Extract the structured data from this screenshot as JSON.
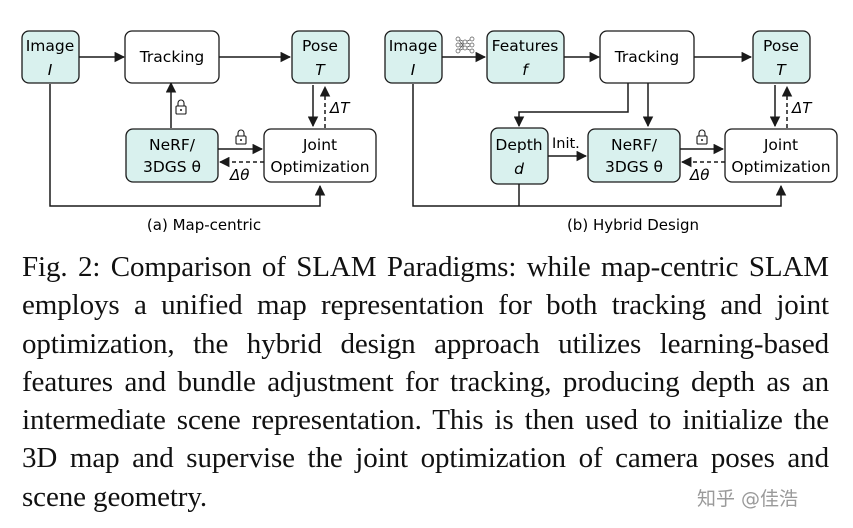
{
  "panel_a": {
    "subtitle": "(a) Map-centric",
    "nodes": {
      "image_title": "Image",
      "image_sym": "I",
      "tracking": "Tracking",
      "pose_title": "Pose",
      "pose_sym": "T",
      "nerf_line1": "NeRF/",
      "nerf_line2": "3DGS θ",
      "joint_line1": "Joint",
      "joint_line2": "Optimization"
    },
    "edge_labels": {
      "delta_t": "ΔT",
      "delta_theta": "Δθ"
    }
  },
  "panel_b": {
    "subtitle": "(b) Hybrid Design",
    "nodes": {
      "image_title": "Image",
      "image_sym": "I",
      "features_title": "Features",
      "features_sym": "f",
      "tracking": "Tracking",
      "pose_title": "Pose",
      "pose_sym": "T",
      "depth_title": "Depth",
      "depth_sym": "d",
      "nerf_line1": "NeRF/",
      "nerf_line2": "3DGS θ",
      "joint_line1": "Joint",
      "joint_line2": "Optimization"
    },
    "edge_labels": {
      "init": "Init.",
      "delta_t": "ΔT",
      "delta_theta": "Δθ"
    }
  },
  "caption": "Fig. 2: Comparison of SLAM Paradigms: while map-centric SLAM employs a unified map representation for both tracking and joint optimization, the hybrid design approach utilizes learning-based features and bundle adjustment for tracking, producing depth as an intermediate scene representation. This is then used to initialize the 3D map and supervise the joint optimization of camera poses and scene geometry.",
  "watermark": "知乎 @佳浩",
  "colors": {
    "teal_fill": "#d9f1ee",
    "stroke": "#1a1a1a"
  },
  "icons": [
    "lock-icon",
    "neural-network-icon"
  ]
}
